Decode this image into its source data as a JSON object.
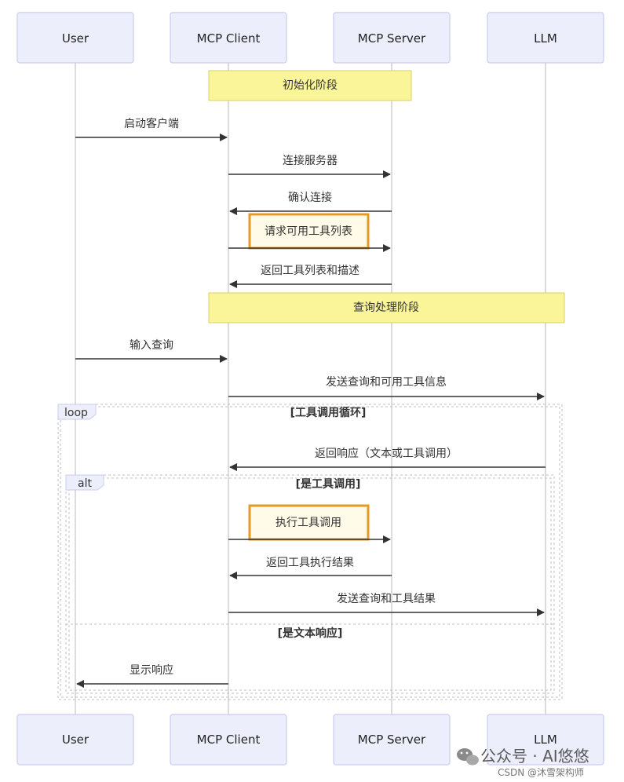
{
  "participants": [
    "User",
    "MCP Client",
    "MCP Server",
    "LLM"
  ],
  "phases": {
    "init": "初始化阶段",
    "query": "查询处理阶段"
  },
  "messages": {
    "start_client": "启动客户端",
    "connect_server": "连接服务器",
    "confirm_connect": "确认连接",
    "request_tools": "请求可用工具列表",
    "return_tools": "返回工具列表和描述",
    "input_query": "输入查询",
    "send_query_tools": "发送查询和可用工具信息",
    "return_response": "返回响应（文本或工具调用）",
    "exec_tool": "执行工具调用",
    "return_tool_result": "返回工具执行结果",
    "send_query_result": "发送查询和工具结果",
    "show_response": "显示响应"
  },
  "frames": {
    "loop_tag": "loop",
    "loop_cond": "[工具调用循环]",
    "alt_tag": "alt",
    "alt_cond_1": "[是工具调用]",
    "alt_cond_2": "[是文本响应]"
  },
  "watermark": {
    "main": "公众号 · AI悠悠",
    "sub": "CSDN @沐雪架构师"
  }
}
